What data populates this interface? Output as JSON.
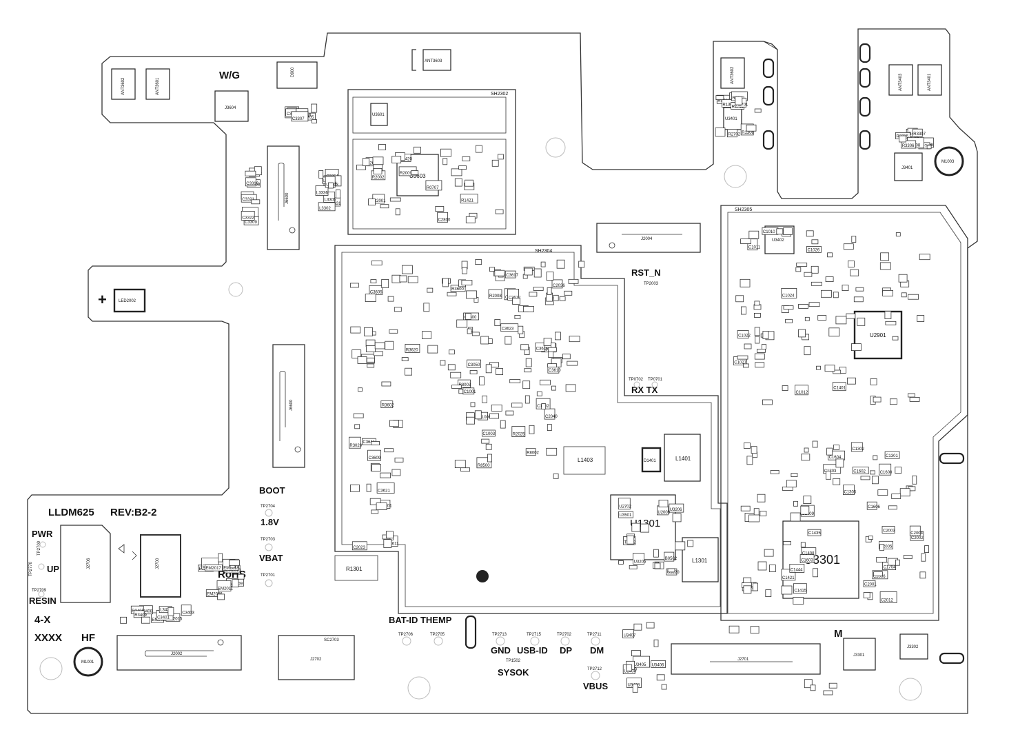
{
  "board": {
    "title": "LLDM625",
    "revision": "REV:B2-2",
    "variant_a": "4-X",
    "variant_b": "XXXX",
    "hf": "HF",
    "rohs": "RoHS",
    "wg": "W/G",
    "plus": "+",
    "m": "M"
  },
  "labels": {
    "pwr": "PWR",
    "up": "UP",
    "resin": "RESIN",
    "boot": "BOOT",
    "v18": "1.8V",
    "vbat": "VBAT",
    "rst_n": "RST_N",
    "rx_tx": "RX  TX",
    "bat_id_therm": "BAT-ID THEMP",
    "gnd": "GND",
    "usb_id": "USB-ID",
    "dp": "DP",
    "dm": "DM",
    "sysok": "SYSOK",
    "vbus": "VBUS"
  },
  "testpoints": {
    "tp2700": "TP2700",
    "tp2770": "TP2770",
    "tp2709": "TP2709",
    "tp2704": "TP2704",
    "tp2703": "TP2703",
    "tp2701": "TP2701",
    "tp2003": "TP2003",
    "tp0702": "TP0702",
    "tp0701": "TP0701",
    "tp2706": "TP2706",
    "tp2705": "TP2705",
    "tp2713": "TP2713",
    "tp2715": "TP2715",
    "tp2702": "TP2702",
    "tp2711": "TP2711",
    "tp1502": "TP1502",
    "tp2712": "TP2712"
  },
  "shields": {
    "sh2302": "SH2302",
    "sh2304": "SH2304",
    "sh2305": "SH2305",
    "sc2703": "SC2703"
  },
  "major": {
    "u1301": "U1301",
    "u3301": "U3301",
    "u2901": "U2901",
    "u3603": "U3603",
    "l1401": "L1401",
    "l1403": "L1403",
    "l3301": "L1301",
    "d1401": "D1401",
    "r1301": "R1301",
    "j2002": "J2002",
    "j2004": "J2004",
    "j2702": "J2702",
    "j2701": "J2701",
    "j2700": "J2700",
    "j2706": "J2706",
    "j6600a": "J6600",
    "j6600b": "J6600",
    "j3604": "J3604",
    "j3401": "J3401",
    "j3301": "J3301",
    "j3302": "J3302",
    "m1001": "M1001",
    "m1003": "M1003",
    "led2002": "LED2002",
    "d900": "D900",
    "ant3603": "ANT3603",
    "ant3602a": "ANT3602",
    "ant3601": "ANT3601",
    "ant3602b": "ANT3602",
    "ant3403": "ANT3403",
    "ant3401": "ANT3401",
    "u3402": "U3402",
    "u3401": "U3401",
    "u3601": "U3601"
  },
  "components": [
    "C3605",
    "C3656",
    "R3620",
    "R3600",
    "C3600",
    "C3610",
    "C2036",
    "R2008",
    "C2037",
    "C3050",
    "R8003",
    "C3612",
    "C3622",
    "C3617",
    "C3616",
    "C3623",
    "C3609",
    "R3602",
    "R3611",
    "C3621",
    "C3641",
    "C1601",
    "R3020",
    "C2023",
    "R2025",
    "C2040",
    "R8002",
    "R8500",
    "C1001",
    "C1002",
    "C1003",
    "C1009",
    "C1010",
    "C1026",
    "C1027",
    "C1012",
    "C1024",
    "C1011",
    "C1022",
    "C1401",
    "C1405",
    "C1408",
    "C1409",
    "C1415",
    "C1421",
    "C1435",
    "C1444",
    "C1603",
    "C1606",
    "C1301",
    "C1302",
    "C1303",
    "C1305",
    "C1600",
    "C1602",
    "C1604",
    "C1704",
    "C2001",
    "C2002",
    "C2003",
    "C2004",
    "C2005",
    "C2006",
    "C2012",
    "C2013",
    "C2800",
    "R1420",
    "R1421",
    "R2001",
    "R2009",
    "R2002",
    "R0707",
    "R0708",
    "R1306",
    "R1302",
    "R1305",
    "R2702",
    "R0712",
    "R0711",
    "R2701",
    "R4403",
    "R4404",
    "R2715",
    "R2708",
    "R2707",
    "R3308",
    "R3307",
    "R3306",
    "C2705",
    "C2709",
    "C2716",
    "C2711",
    "C3119",
    "C3305",
    "C3306",
    "C3307",
    "C3308",
    "C3309",
    "C3310",
    "C3311",
    "C3312",
    "C3320",
    "C3321",
    "C3322",
    "C3354",
    "C3364",
    "L3331",
    "L3302",
    "L3305",
    "L3336",
    "U3201",
    "U3203",
    "U3205",
    "U3206",
    "U3220",
    "U3501",
    "U2702",
    "U2008",
    "T2702",
    "B0502",
    "EM2009",
    "EM2010",
    "EM2011",
    "EM2012",
    "EM2013",
    "EM2006",
    "EM2017",
    "EM2018",
    "EM2020",
    "EM2015",
    "C3401",
    "C3403",
    "C3408",
    "R3405",
    "R3409",
    "L3421",
    "C3420",
    "U3404",
    "U3405",
    "U3406",
    "U3407",
    "U3408"
  ]
}
